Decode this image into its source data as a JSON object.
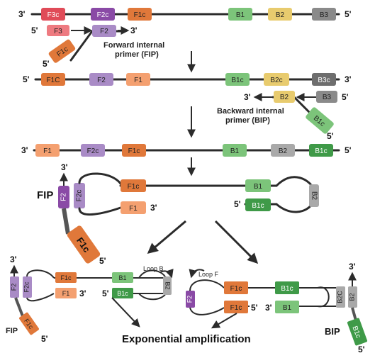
{
  "colors": {
    "F3c": "#e04b58",
    "F2c": "#8a4aa6",
    "F1c": "#e0783a",
    "B1": "#7cc47a",
    "B2": "#e8cb6e",
    "B3": "#8a8a8a",
    "F3": "#ee7a80",
    "F2": "#a98bc6",
    "F1": "#f4a070",
    "B2c": "#e8cb6e",
    "B3c": "#6e6e6e",
    "B1c": "#3f9a48",
    "B2gray": "#a9a9a9"
  },
  "row1": {
    "end_left": "3'",
    "end_right": "5'",
    "seg_F3c": "F3c",
    "seg_F2c": "F2c",
    "seg_F1c": "F1c",
    "seg_B1": "B1",
    "seg_B2": "B2",
    "seg_B3": "B3"
  },
  "primer_fip": {
    "end_5_top": "5'",
    "seg_F3": "F3",
    "seg_F2": "F2",
    "end_3": "3'",
    "seg_F1c": "F1c",
    "end_5_bottom": "5'",
    "caption_line1": "Forward internal",
    "caption_line2": "primer (FIP)"
  },
  "row2": {
    "end_left": "5'",
    "end_right": "3'",
    "seg_F1C": "F1C",
    "seg_F2": "F2",
    "seg_F1": "F1",
    "seg_B1c": "B1c",
    "seg_B2c": "B2c",
    "seg_B3c": "B3c"
  },
  "primer_bip": {
    "end_3": "3'",
    "seg_B2": "B2",
    "seg_B3": "B3",
    "end_5_right": "5'",
    "seg_B1c": "B1c",
    "end_5_bottom": "5'",
    "caption_line1": "Backward internal",
    "caption_line2": "primer (BIP)"
  },
  "row3": {
    "end_left": "3'",
    "end_right": "5'",
    "seg_F1": "F1",
    "seg_F2c": "F2c",
    "seg_F1c": "F1c",
    "seg_B1": "B1",
    "seg_B2": "B2",
    "seg_B1c": "B1c"
  },
  "dumbbell": {
    "label_fip": "FIP",
    "end_3_top": "3'",
    "seg_F2": "F2",
    "seg_F2c": "F2c",
    "seg_F1c": "F1c",
    "seg_F1": "F1",
    "end_3_mid": "3'",
    "seg_B1": "B1",
    "end_5_left": "5'",
    "seg_B1c": "B1c",
    "seg_B2": "B2",
    "seg_F1c_stem": "F1c",
    "end_5_stem": "5'"
  },
  "left_loop": {
    "end_3_top": "3'",
    "seg_F2": "F2",
    "seg_F2c": "F2c",
    "seg_F1c": "F1c",
    "seg_F1": "F1",
    "end_3_mid": "3'",
    "seg_B1": "B1",
    "end_5_left": "5'",
    "seg_B1c": "B1c",
    "seg_B2": "B2",
    "loop_label": "Loop B",
    "label_fip": "FIP",
    "seg_F1c_stem": "F1c",
    "end_5_stem": "5'"
  },
  "right_loop": {
    "loop_label": "Loop F",
    "seg_F2": "F2",
    "seg_F1c": "F1c",
    "seg_B1c": "B1c",
    "seg_F1c_lower": "F1c",
    "end_5_mid": "5'",
    "end_3_left": "3'",
    "seg_B1": "B1",
    "seg_B2C": "B2C",
    "seg_B2": "B2",
    "end_3_top": "3'",
    "label_bip": "BIP",
    "seg_B1c_stem": "B1c",
    "end_5_stem": "5'"
  },
  "footer": {
    "title": "Exponential amplification"
  }
}
